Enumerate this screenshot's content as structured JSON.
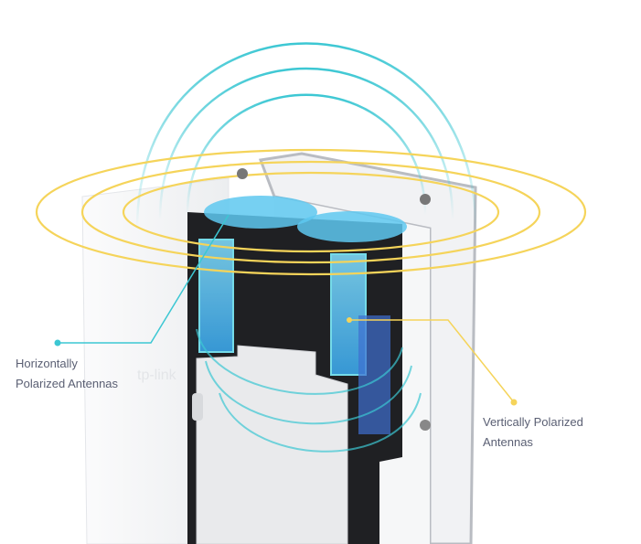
{
  "labels": {
    "horizontal": {
      "line1": "Horizontally",
      "line2": "Polarized Antennas"
    },
    "vertical": {
      "line1": "Vertically Polarized",
      "line2": "Antennas"
    }
  },
  "logo_text": "tp-link",
  "colors": {
    "horizontal_accent": "#3cc7d3",
    "vertical_accent": "#f5d45a",
    "antenna_blue": "#5ec8f0"
  }
}
